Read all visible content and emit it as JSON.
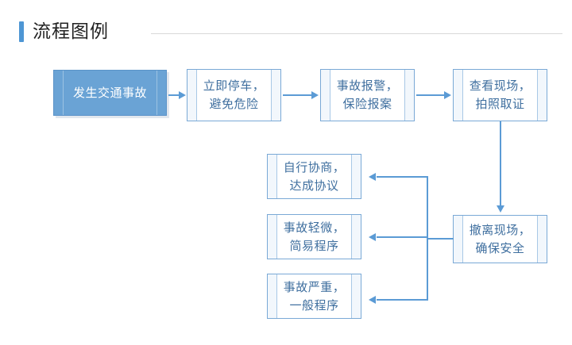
{
  "header": {
    "title": "流程图例",
    "accent_color": "#4e96d4",
    "rule_color": "#d8d8d8"
  },
  "theme": {
    "node_border": "#7aa9d6",
    "node_text": "#3f6f9f",
    "node_fill": "#ffffff",
    "start_fill": "#6aa3d5",
    "start_text": "#ffffff",
    "connector": "#5b9bd5"
  },
  "flow": {
    "nodes": [
      {
        "id": "start",
        "label": "发生交通事故",
        "style": "filled"
      },
      {
        "id": "stop",
        "label": "立即停车，\n避免危险",
        "style": "plain"
      },
      {
        "id": "report",
        "label": "事故报警，\n保险报案",
        "style": "plain"
      },
      {
        "id": "inspect",
        "label": "查看现场，\n拍照取证",
        "style": "plain"
      },
      {
        "id": "evacuate",
        "label": "撤离现场，\n确保安全",
        "style": "plain"
      },
      {
        "id": "negotiate",
        "label": "自行协商，\n达成协议",
        "style": "plain"
      },
      {
        "id": "minor",
        "label": "事故轻微，\n简易程序",
        "style": "plain"
      },
      {
        "id": "severe",
        "label": "事故严重，\n一般程序",
        "style": "plain"
      }
    ],
    "edges": [
      {
        "from": "start",
        "to": "stop",
        "direction": "right"
      },
      {
        "from": "stop",
        "to": "report",
        "direction": "right"
      },
      {
        "from": "report",
        "to": "inspect",
        "direction": "right"
      },
      {
        "from": "inspect",
        "to": "evacuate",
        "direction": "down"
      },
      {
        "from": "evacuate",
        "to": "negotiate",
        "direction": "left"
      },
      {
        "from": "evacuate",
        "to": "minor",
        "direction": "left"
      },
      {
        "from": "evacuate",
        "to": "severe",
        "direction": "left"
      }
    ]
  }
}
